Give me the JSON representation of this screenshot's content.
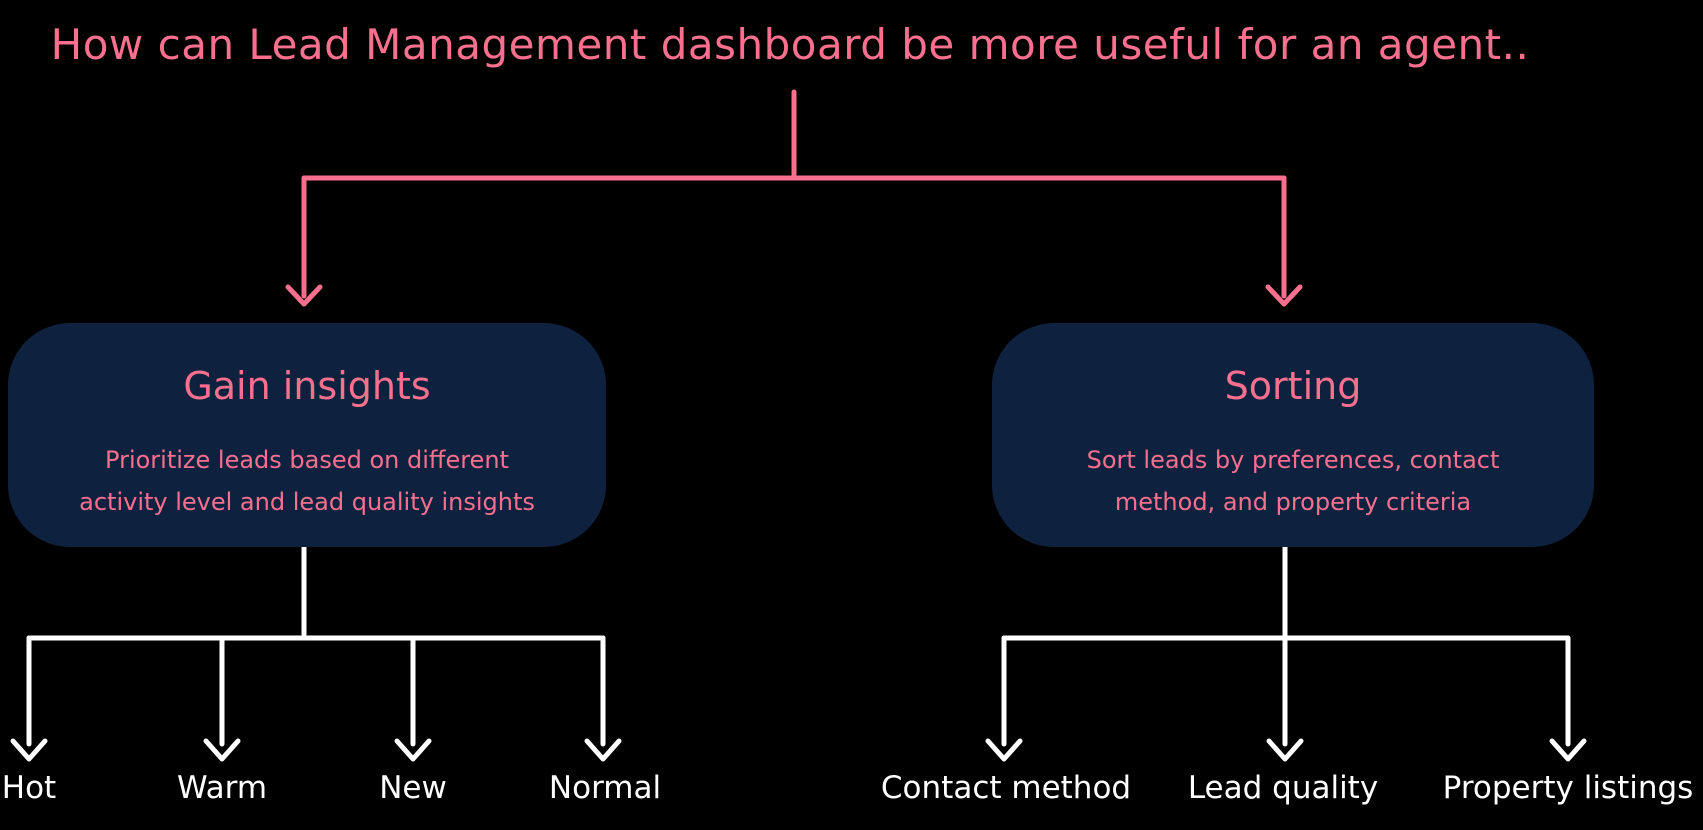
{
  "title": "How can Lead Management dashboard be more useful for an agent..",
  "colors": {
    "background": "#000000",
    "accent_pink": "#F9708F",
    "node_fill": "#0E213E",
    "connector_white": "#FFFFFF"
  },
  "nodes": {
    "gain_insights": {
      "title": "Gain insights",
      "description_lines": {
        "0": "Prioritize leads based on different",
        "1": "activity level and lead quality insights"
      }
    },
    "sorting": {
      "title": "Sorting",
      "description_lines": {
        "0": "Sort leads by preferences, contact",
        "1": "method, and property criteria"
      }
    }
  },
  "leaves": {
    "gain_insights": {
      "0": "Hot",
      "1": "Warm",
      "2": "New",
      "3": "Normal"
    },
    "sorting": {
      "0": "Contact method",
      "1": "Lead quality",
      "2": "Property listings"
    }
  }
}
